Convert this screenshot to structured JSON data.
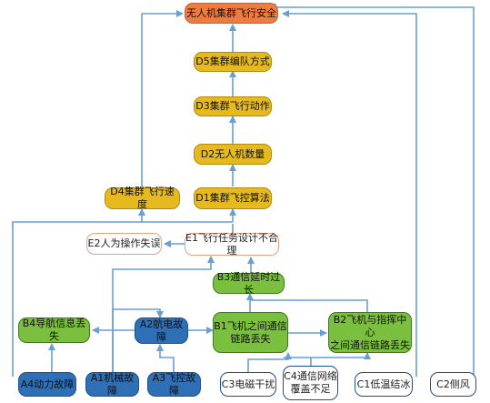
{
  "colors": {
    "arrow": "#6a9fd4",
    "top_node": "#f07b3f",
    "factor_node": "#e6b91e",
    "e_node_border": "#e6a07c",
    "b_node": "#7bbf3f",
    "a_node": "#2f6fb5",
    "c_node_border": "#1d4f88"
  },
  "nodes": {
    "top": {
      "label": "无人机集群飞行安全"
    },
    "d5": {
      "label": "D5集群编队方式"
    },
    "d3": {
      "label": "D3集群飞行动作"
    },
    "d2": {
      "label": "D2无人机数量"
    },
    "d4": {
      "label": "D4集群飞行速度"
    },
    "d1": {
      "label": "D1集群飞控算法"
    },
    "e2": {
      "label": "E2人为操作失误"
    },
    "e1": {
      "label": "E1飞行任务设计不合理"
    },
    "b3": {
      "label": "B3通信延时过长"
    },
    "b4": {
      "label": "B4导航信息丢失"
    },
    "a2": {
      "label": "A2航电故障"
    },
    "b1": {
      "label": "B1飞机之间通信\n链路丢失"
    },
    "b2": {
      "label": "B2飞机与指挥中心\n之间通信链路丢失"
    },
    "a4": {
      "label": "A4动力故障"
    },
    "a1": {
      "label": "A1机械故障"
    },
    "a3": {
      "label": "A3飞控故障"
    },
    "c3": {
      "label": "C3电磁干扰"
    },
    "c4": {
      "label": "C4通信网络\n覆盖不足"
    },
    "c1": {
      "label": "C1低温结冰"
    },
    "c2": {
      "label": "C2侧风"
    }
  }
}
